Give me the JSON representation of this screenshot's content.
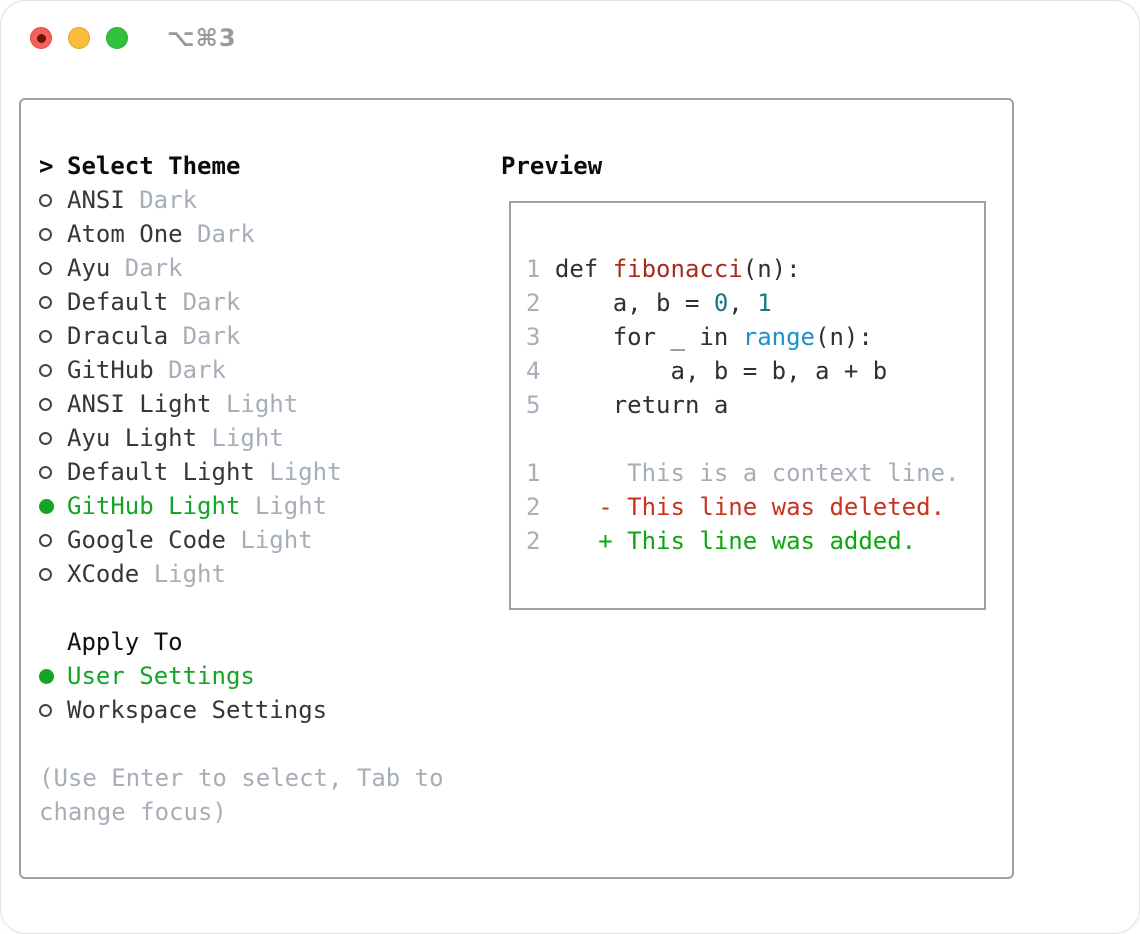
{
  "titlebar": {
    "shortcut": "⌥⌘3",
    "buttons": [
      "close",
      "minimize",
      "zoom"
    ]
  },
  "theme_picker": {
    "header": {
      "prompt": ">",
      "label": "Select Theme"
    },
    "themes": [
      {
        "name": "ANSI",
        "variant": "Dark",
        "selected": false
      },
      {
        "name": "Atom One",
        "variant": "Dark",
        "selected": false
      },
      {
        "name": "Ayu",
        "variant": "Dark",
        "selected": false
      },
      {
        "name": "Default",
        "variant": "Dark",
        "selected": false
      },
      {
        "name": "Dracula",
        "variant": "Dark",
        "selected": false
      },
      {
        "name": "GitHub",
        "variant": "Dark",
        "selected": false
      },
      {
        "name": "ANSI Light",
        "variant": "Light",
        "selected": false
      },
      {
        "name": "Ayu Light",
        "variant": "Light",
        "selected": false
      },
      {
        "name": "Default Light",
        "variant": "Light",
        "selected": false
      },
      {
        "name": "GitHub Light",
        "variant": "Light",
        "selected": true
      },
      {
        "name": "Google Code",
        "variant": "Light",
        "selected": false
      },
      {
        "name": "XCode",
        "variant": "Light",
        "selected": false
      }
    ],
    "apply_to": {
      "label": "Apply To",
      "options": [
        {
          "name": "User Settings",
          "selected": true
        },
        {
          "name": "Workspace Settings",
          "selected": false
        }
      ]
    },
    "hint_lines": [
      "(Use Enter to select, Tab to",
      "change focus)"
    ]
  },
  "preview": {
    "label": "Preview",
    "code_lines": [
      {
        "num": "1",
        "tokens": [
          [
            "plain",
            " def "
          ],
          [
            "function",
            "fibonacci"
          ],
          [
            "plain",
            "(n):"
          ]
        ]
      },
      {
        "num": "2",
        "tokens": [
          [
            "plain",
            "     a, b = "
          ],
          [
            "number",
            "0"
          ],
          [
            "plain",
            ", "
          ],
          [
            "number",
            "1"
          ]
        ]
      },
      {
        "num": "3",
        "tokens": [
          [
            "plain",
            "     for _ in "
          ],
          [
            "builtin",
            "range"
          ],
          [
            "plain",
            "(n):"
          ]
        ]
      },
      {
        "num": "4",
        "tokens": [
          [
            "plain",
            "         a, b = b, a + b"
          ]
        ]
      },
      {
        "num": "5",
        "tokens": [
          [
            "plain",
            "     return a"
          ]
        ]
      }
    ],
    "diff_lines": [
      {
        "num": "1",
        "tokens": [
          [
            "context",
            "      This is a context line."
          ]
        ]
      },
      {
        "num": "2",
        "tokens": [
          [
            "deleted",
            "    - This line was deleted."
          ]
        ]
      },
      {
        "num": "2",
        "tokens": [
          [
            "added",
            "    + This line was added."
          ]
        ]
      }
    ]
  },
  "colors": {
    "accent_green": "#14a527",
    "muted": "#a6aeb8",
    "text_dark": "#34383d",
    "code_plain": "#2c3136",
    "border_gray": "#9aa1ab",
    "syntax_function_red": "#aa2a1d",
    "syntax_number_teal": "#147a80",
    "syntax_builtin_blue": "#1b93c9",
    "diff_deleted_red": "#c8321e",
    "diff_added_green": "#0ca60e",
    "traffic_red": "#f4605a",
    "traffic_yellow": "#f8bd3b",
    "traffic_green": "#31c13c"
  }
}
